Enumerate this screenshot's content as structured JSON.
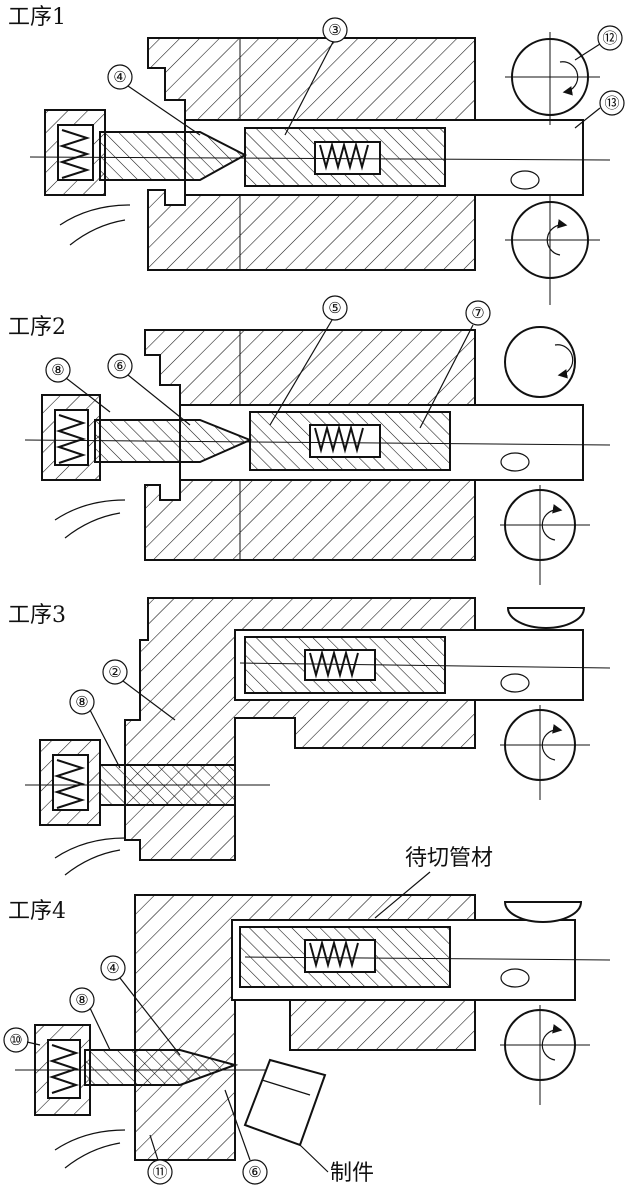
{
  "steps": [
    {
      "label": "工序1"
    },
    {
      "label": "工序2"
    },
    {
      "label": "工序3"
    },
    {
      "label": "工序4"
    }
  ],
  "callouts": {
    "c2": "②",
    "c3": "③",
    "c4": "④",
    "c5": "⑤",
    "c6": "⑥",
    "c7": "⑦",
    "c8": "⑧",
    "c10": "⑩",
    "c11": "⑪",
    "c12": "⑫",
    "c13": "⑬"
  },
  "labels": {
    "tube_to_cut": "待切管材",
    "workpiece": "制件"
  }
}
